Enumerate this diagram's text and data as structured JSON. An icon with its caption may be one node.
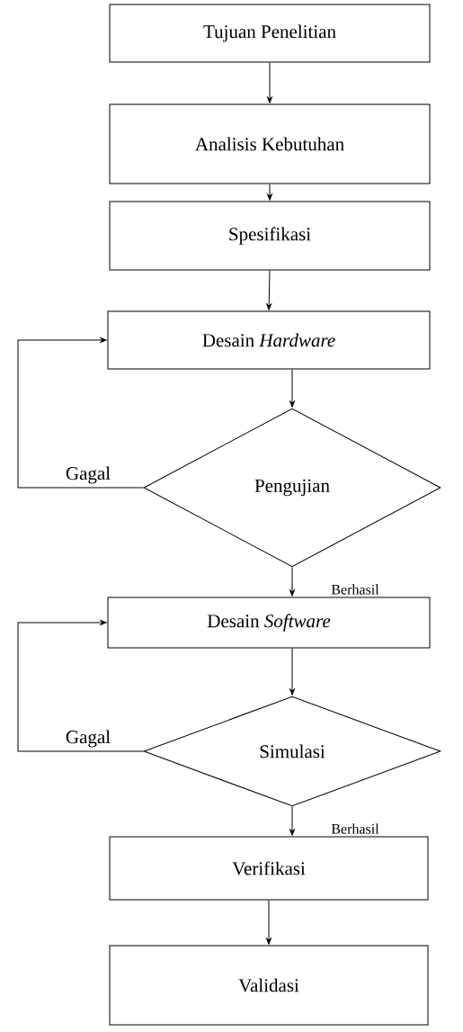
{
  "diagram": {
    "nodes": [
      {
        "text": [
          "Tujuan Penelitian"
        ]
      },
      {
        "text": [
          "Analisis Kebutuhan"
        ]
      },
      {
        "text": [
          "Spesifikasi"
        ]
      },
      {
        "text": [
          "Desain *Hardware*"
        ]
      },
      {
        "text": [
          "Pengujian"
        ]
      },
      {
        "text": [
          "Desain *Software*"
        ]
      },
      {
        "text": [
          "Simulasi"
        ]
      },
      {
        "text": [
          "Verifikasi"
        ]
      },
      {
        "text": [
          "Validasi"
        ]
      }
    ],
    "edges": [
      {
        "from": 0,
        "to": 1,
        "arrow": "to"
      },
      {
        "from": 1,
        "to": 2,
        "arrow": "to"
      },
      {
        "from": 2,
        "to": 3,
        "arrow": "to"
      },
      {
        "from": 3,
        "to": 4,
        "arrow": "to"
      },
      {
        "from": 4,
        "to": 5,
        "arrow": "to",
        "label": "Berhasil"
      },
      {
        "from": 4,
        "to": 3,
        "arrow": "to",
        "label": "Gagal"
      },
      {
        "from": 5,
        "to": 6,
        "arrow": "to"
      },
      {
        "from": 6,
        "to": 7,
        "arrow": "to",
        "label": "Berhasil"
      },
      {
        "from": 6,
        "to": 5,
        "arrow": "to",
        "label": "Gagal"
      },
      {
        "from": 7,
        "to": 8,
        "arrow": "to"
      }
    ]
  }
}
